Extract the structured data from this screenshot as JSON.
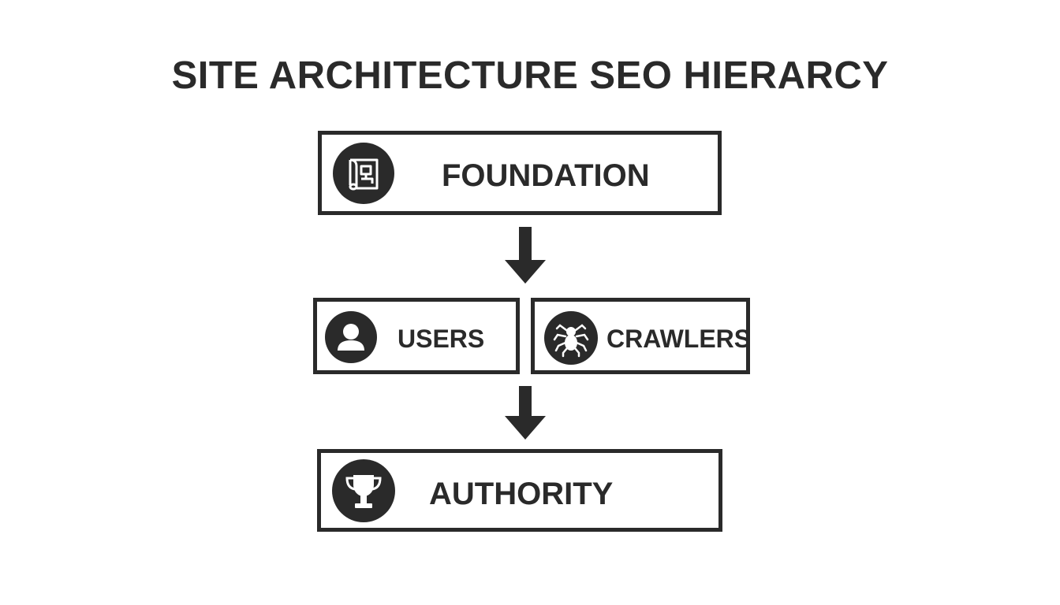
{
  "title": "SITE ARCHITECTURE SEO HIERARCY",
  "nodes": {
    "foundation": {
      "label": "FOUNDATION",
      "icon": "blueprint-icon"
    },
    "users": {
      "label": "USERS",
      "icon": "user-icon"
    },
    "crawlers": {
      "label": "CRAWLERS",
      "icon": "spider-icon"
    },
    "authority": {
      "label": "AUTHORITY",
      "icon": "trophy-icon"
    }
  },
  "edges": [
    {
      "from": "foundation",
      "to": "users+crawlers"
    },
    {
      "from": "users+crawlers",
      "to": "authority"
    }
  ],
  "colors": {
    "ink": "#2a2a2a",
    "background": "#ffffff"
  }
}
